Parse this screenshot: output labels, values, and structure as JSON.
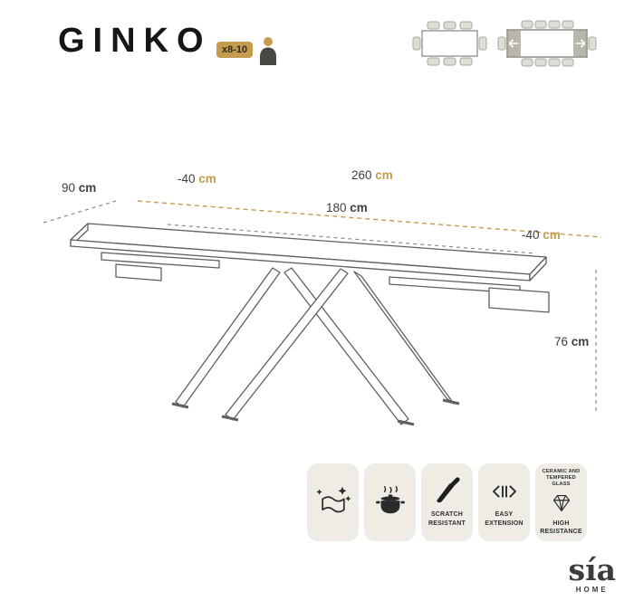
{
  "header": {
    "title": "GINKO",
    "capacity_badge": "x8-10"
  },
  "dimensions": {
    "depth": {
      "value": "90",
      "unit": "cm"
    },
    "ext_left": {
      "value": "-40",
      "unit": "cm"
    },
    "total": {
      "value": "260",
      "unit": "cm"
    },
    "main": {
      "value": "180",
      "unit": "cm"
    },
    "ext_right": {
      "value": "-40",
      "unit": "cm"
    },
    "height": {
      "value": "76",
      "unit": "cm"
    }
  },
  "features": [
    {
      "icon": "cleaning-cloth-icon",
      "label": ""
    },
    {
      "icon": "heat-resistant-pot-icon",
      "label": ""
    },
    {
      "icon": "knife-icon",
      "label": "SCRATCH RESISTANT"
    },
    {
      "icon": "extension-arrows-icon",
      "label": "EASY EXTENSION"
    },
    {
      "icon": "diamond-icon",
      "toplabel": "CERAMIC AND TEMPERED GLASS",
      "label": "HIGH RESISTANCE"
    }
  ],
  "brand": {
    "name": "sía",
    "sub": "HOME"
  },
  "colors": {
    "accent": "#C59B4F",
    "tile_bg": "#EFECE6",
    "line_dark": "#5F5F5F"
  }
}
